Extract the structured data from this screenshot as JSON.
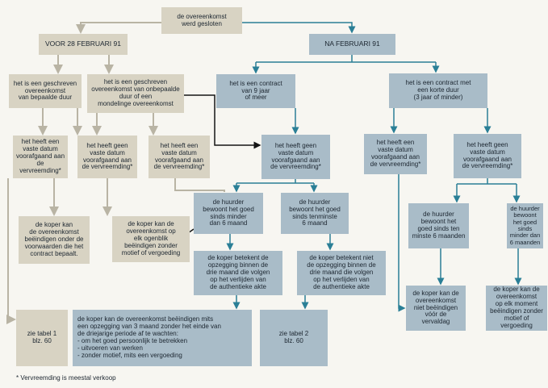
{
  "nodes": {
    "start": "de overeenkomst\nwerd gesloten",
    "before": "VOOR 28 FEBRUARI 91",
    "after": "NA FEBRUARI 91",
    "written_fixed": "het is een geschreven\novereenkomst\nvan bepaalde duur",
    "written_indef": "het is een geschreven\novereenkomst van onbepaalde\nduur of een\nmondelinge overeenkomst",
    "contract9": "het is een contract\nvan 9 jaar\nof meer",
    "short_contract": "het is een contract met\neen korte duur\n(3 jaar of minder)",
    "l_has_date": "het heeft een\nvaste datum\nvoorafgaand aan\nde vervreemding*",
    "l_no_date": "het heeft geen\nvaste datum\nvoorafgaand aan\nde vervreemding*",
    "l_has_date2": "het heeft een\nvaste datum\nvoorafgaand aan\nde vervreemding*",
    "c9_no_date": "het heeft geen\nvaste datum\nvoorafgaand aan\nde vervreemding*",
    "sc_has_date": "het heeft een\nvaste datum\nvoorafgaand aan\nde vervreemding*",
    "sc_no_date": "het heeft geen\nvaste datum\nvoorafgaand aan\nde vervreemding*",
    "buyer_end_terms": "de koper kan\nde overeenkomst\nbeëindigen onder de\nvoorwaarden die het\ncontract bepaalt.",
    "buyer_end_anytime": "de koper kan de\novereenkomst op\nelk ogenblik\nbeëindigen zonder\nmotief of vergoeding",
    "tenant_lt6": "de huurder\nbewoont het goed\nsinds minder\ndan 6 maand",
    "tenant_ge6": "de huurder\nbewoont het goed\nsinds tenminste\n6 maand",
    "sc_ge6": "de huurder\nbewoont het\ngoed sinds ten\nminste 6 maanden",
    "sc_lt6": "de huurder\nbewoont het goed\nsinds minder dan\n6 maanden",
    "notice_yes": "de koper betekent de\nopzegging binnen de\ndrie maand die volgen\nop het verlijden van\nde authentieke akte",
    "notice_no": "de koper betekent niet\nde opzegging binnen de\ndrie maand die volgen\nop het verlijden van\nde authentieke akte",
    "buyer_cannot_end": "de koper kan de\novereenkomst\nniet beëindigen\nvóór de\nvervaldag",
    "buyer_end_anytime2": "de koper kan de\novereenkomst\nop elk moment\nbeëindigen zonder\nmotief of\nvergoeding",
    "table1": "zie tabel 1\nblz. 60",
    "buyer_end_3m": "de koper kan de overeenkomst beëindigen mits\neen opzegging van 3 maand zonder het einde van\nde driejarige periode af te wachten:\n- om het goed persoonlijk te betrekken\n- uitvoeren van werken\n- zonder motief, mits een vergoeding",
    "table2": "zie tabel 2\nblz. 60"
  },
  "footnote": "* Vervreemding is meestal verkoop",
  "colors": {
    "tan": "#d8d3c3",
    "blue": "#a9bcc8",
    "line_teal": "#2a7f96",
    "line_light": "#b9b4a4",
    "line_dark": "#151515"
  }
}
